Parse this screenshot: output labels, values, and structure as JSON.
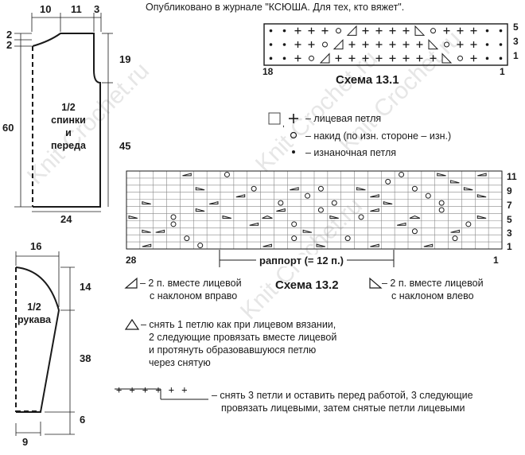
{
  "header": {
    "published": "Опубликовано в журнале \"КСЮША. Для тех, кто вяжет\"."
  },
  "watermark": "Knit-Crochet.ru",
  "pattern_body": {
    "label": [
      "1/2",
      "спинки",
      "и",
      "переда"
    ],
    "top_dims": [
      "10",
      "11",
      "3"
    ],
    "left_small": [
      "2",
      "2"
    ],
    "left_total": "60",
    "right_upper": "19",
    "right_lower": "45",
    "bottom": "24"
  },
  "pattern_sleeve": {
    "label": [
      "1/2",
      "рукава"
    ],
    "top": "16",
    "right": [
      "14",
      "38",
      "6"
    ],
    "bottom": "9"
  },
  "chart1": {
    "title": "Схема 13.1",
    "left_num": "18",
    "right_num": "1",
    "row_nums": [
      "5",
      "3",
      "1"
    ],
    "rows": [
      [
        "•",
        "•",
        "+",
        "+",
        "+",
        "o",
        "◿",
        "+",
        "+",
        "+",
        "+",
        "◺",
        "o",
        "+",
        "+",
        "+",
        "•",
        "•"
      ],
      [
        "•",
        "•",
        "+",
        "+",
        "o",
        "◿",
        "+",
        "+",
        "+",
        "+",
        "+",
        "+",
        "◺",
        "o",
        "+",
        "+",
        "•",
        "•"
      ],
      [
        "•",
        "•",
        "+",
        "o",
        "◿",
        "+",
        "+",
        "+",
        "+",
        "+",
        "+",
        "+",
        "+",
        "◺",
        "o",
        "+",
        "•",
        "•"
      ]
    ]
  },
  "legend_symbols": {
    "knit": "– лицевая петля",
    "yo": "– накид (по изн. стороне – изн.)",
    "purl": "– изнаночная петля"
  },
  "chart2": {
    "title": "Схема 13.2",
    "left_num": "28",
    "right_num": "1",
    "row_nums": [
      "11",
      "9",
      "7",
      "5",
      "3",
      "1"
    ],
    "rapport": "раппорт (= 12 п.)",
    "rows": [
      [
        "",
        "",
        "",
        "",
        "",
        "",
        "",
        "",
        "",
        "",
        "",
        "",
        "",
        "",
        "",
        "",
        "",
        "",
        "",
        "",
        "",
        "",
        "",
        "",
        "",
        "",
        "",
        ""
      ],
      [
        "",
        "",
        "",
        "",
        "",
        "",
        "",
        "",
        "",
        "",
        "",
        "",
        "",
        "",
        "",
        "",
        "",
        "",
        "",
        "",
        "",
        "",
        "",
        "",
        "",
        "",
        "",
        ""
      ],
      [
        "",
        "",
        "",
        "",
        "",
        "",
        "",
        "",
        "",
        "",
        "",
        "",
        "",
        "",
        "",
        "",
        "",
        "",
        "",
        "",
        "",
        "",
        "",
        "",
        "",
        "",
        "",
        ""
      ],
      [
        "",
        "",
        "",
        "",
        "",
        "",
        "",
        "",
        "",
        "",
        "",
        "",
        "",
        "",
        "",
        "",
        "",
        "",
        "",
        "",
        "",
        "",
        "",
        "",
        "",
        "",
        "",
        ""
      ],
      [
        "",
        "",
        "",
        "",
        "",
        "",
        "",
        "",
        "",
        "",
        "",
        "",
        "",
        "",
        "",
        "",
        "",
        "",
        "",
        "",
        "",
        "",
        "",
        "",
        "",
        "",
        "",
        ""
      ],
      [
        "",
        "",
        "",
        "",
        "",
        "",
        "",
        "",
        "",
        "",
        "",
        "",
        "",
        "",
        "",
        "",
        "",
        "",
        "",
        "",
        "",
        "",
        "",
        "",
        "",
        "",
        "",
        ""
      ],
      [
        "",
        "",
        "",
        "",
        "",
        "",
        "",
        "",
        "",
        "",
        "",
        "",
        "",
        "",
        "",
        "",
        "",
        "",
        "",
        "",
        "",
        "",
        "",
        "",
        "",
        "",
        "",
        ""
      ],
      [
        "",
        "",
        "",
        "",
        "",
        "",
        "",
        "",
        "",
        "",
        "",
        "",
        "",
        "",
        "",
        "",
        "",
        "",
        "",
        "",
        "",
        "",
        "",
        "",
        "",
        "",
        "",
        ""
      ],
      [
        "",
        "",
        "",
        "",
        "",
        "",
        "",
        "",
        "",
        "",
        "",
        "",
        "",
        "",
        "",
        "",
        "",
        "",
        "",
        "",
        "",
        "",
        "",
        "",
        "",
        "",
        "",
        ""
      ],
      [
        "",
        "",
        "",
        "",
        "",
        "",
        "",
        "",
        "",
        "",
        "",
        "",
        "",
        "",
        "",
        "",
        "",
        "",
        "",
        "",
        "",
        "",
        "",
        "",
        "",
        "",
        "",
        ""
      ],
      [
        "",
        "",
        "",
        "",
        "",
        "",
        "",
        "",
        "",
        "",
        "",
        "",
        "",
        "",
        "",
        "",
        "",
        "",
        "",
        "",
        "",
        "",
        "",
        "",
        "",
        "",
        "",
        ""
      ]
    ],
    "marks": [
      {
        "r": 0,
        "c": 4,
        "s": "R"
      },
      {
        "r": 0,
        "c": 7,
        "s": "o"
      },
      {
        "r": 0,
        "c": 20,
        "s": "o"
      },
      {
        "r": 0,
        "c": 23,
        "s": "L"
      },
      {
        "r": 0,
        "c": 26,
        "s": "R"
      },
      {
        "r": 1,
        "c": 19,
        "s": "o"
      },
      {
        "r": 1,
        "c": 24,
        "s": "L"
      },
      {
        "r": 2,
        "c": 5,
        "s": "L"
      },
      {
        "r": 2,
        "c": 9,
        "s": "o"
      },
      {
        "r": 2,
        "c": 12,
        "s": "R"
      },
      {
        "r": 2,
        "c": 14,
        "s": "o"
      },
      {
        "r": 2,
        "c": 17,
        "s": "L"
      },
      {
        "r": 2,
        "c": 21,
        "s": "o"
      },
      {
        "r": 2,
        "c": 25,
        "s": "L"
      },
      {
        "r": 3,
        "c": 8,
        "s": "R"
      },
      {
        "r": 3,
        "c": 13,
        "s": "o"
      },
      {
        "r": 3,
        "c": 18,
        "s": "R"
      },
      {
        "r": 3,
        "c": 22,
        "s": "o"
      },
      {
        "r": 3,
        "c": 26,
        "s": "L"
      },
      {
        "r": 4,
        "c": 1,
        "s": "L"
      },
      {
        "r": 4,
        "c": 6,
        "s": "R"
      },
      {
        "r": 4,
        "c": 11,
        "s": "o"
      },
      {
        "r": 4,
        "c": 15,
        "s": "o"
      },
      {
        "r": 4,
        "c": 19,
        "s": "L"
      },
      {
        "r": 4,
        "c": 23,
        "s": "o"
      },
      {
        "r": 5,
        "c": 5,
        "s": "L"
      },
      {
        "r": 5,
        "c": 11,
        "s": "R"
      },
      {
        "r": 5,
        "c": 14,
        "s": "o"
      },
      {
        "r": 5,
        "c": 18,
        "s": "R"
      },
      {
        "r": 5,
        "c": 23,
        "s": "o"
      },
      {
        "r": 6,
        "c": 0,
        "s": "L"
      },
      {
        "r": 6,
        "c": 3,
        "s": "o"
      },
      {
        "r": 6,
        "c": 7,
        "s": "L"
      },
      {
        "r": 6,
        "c": 10,
        "s": "T"
      },
      {
        "r": 6,
        "c": 15,
        "s": "L"
      },
      {
        "r": 6,
        "c": 17,
        "s": "o"
      },
      {
        "r": 6,
        "c": 21,
        "s": "T"
      },
      {
        "r": 6,
        "c": 26,
        "s": "L"
      },
      {
        "r": 7,
        "c": 3,
        "s": "o"
      },
      {
        "r": 7,
        "c": 9,
        "s": "R"
      },
      {
        "r": 7,
        "c": 12,
        "s": "o"
      },
      {
        "r": 7,
        "c": 20,
        "s": "R"
      },
      {
        "r": 7,
        "c": 25,
        "s": "o"
      },
      {
        "r": 8,
        "c": 1,
        "s": "L"
      },
      {
        "r": 8,
        "c": 2,
        "s": "R"
      },
      {
        "r": 8,
        "c": 13,
        "s": "L"
      },
      {
        "r": 8,
        "c": 21,
        "s": "o"
      },
      {
        "r": 8,
        "c": 24,
        "s": "R"
      },
      {
        "r": 9,
        "c": 4,
        "s": "o"
      },
      {
        "r": 9,
        "c": 12,
        "s": "o"
      },
      {
        "r": 9,
        "c": 16,
        "s": "o"
      },
      {
        "r": 9,
        "c": 24,
        "s": "o"
      },
      {
        "r": 10,
        "c": 1,
        "s": "R"
      },
      {
        "r": 10,
        "c": 5,
        "s": "o"
      },
      {
        "r": 10,
        "c": 10,
        "s": "R"
      },
      {
        "r": 10,
        "c": 14,
        "s": "L"
      },
      {
        "r": 10,
        "c": 18,
        "s": "R"
      },
      {
        "r": 10,
        "c": 22,
        "s": "R"
      }
    ]
  },
  "legend_ops": {
    "k2tog_right": [
      "– 2 п. вместе лицевой",
      "с наклоном вправо"
    ],
    "k2tog_left": [
      "– 2 п. вместе лицевой",
      "с наклоном влево"
    ],
    "sk2p": [
      "– снять 1 петлю как при лицевом вязании,",
      "2 следующие провязать вместе лицевой",
      "и протянуть образовавшуюся петлю",
      "через снятую"
    ],
    "cable_symbols": "+ + +  + + +",
    "cable": [
      "– снять 3 петли и оставить перед работой, 3 следующие",
      "провязать лицевыми, затем снятые петли лицевыми"
    ]
  }
}
